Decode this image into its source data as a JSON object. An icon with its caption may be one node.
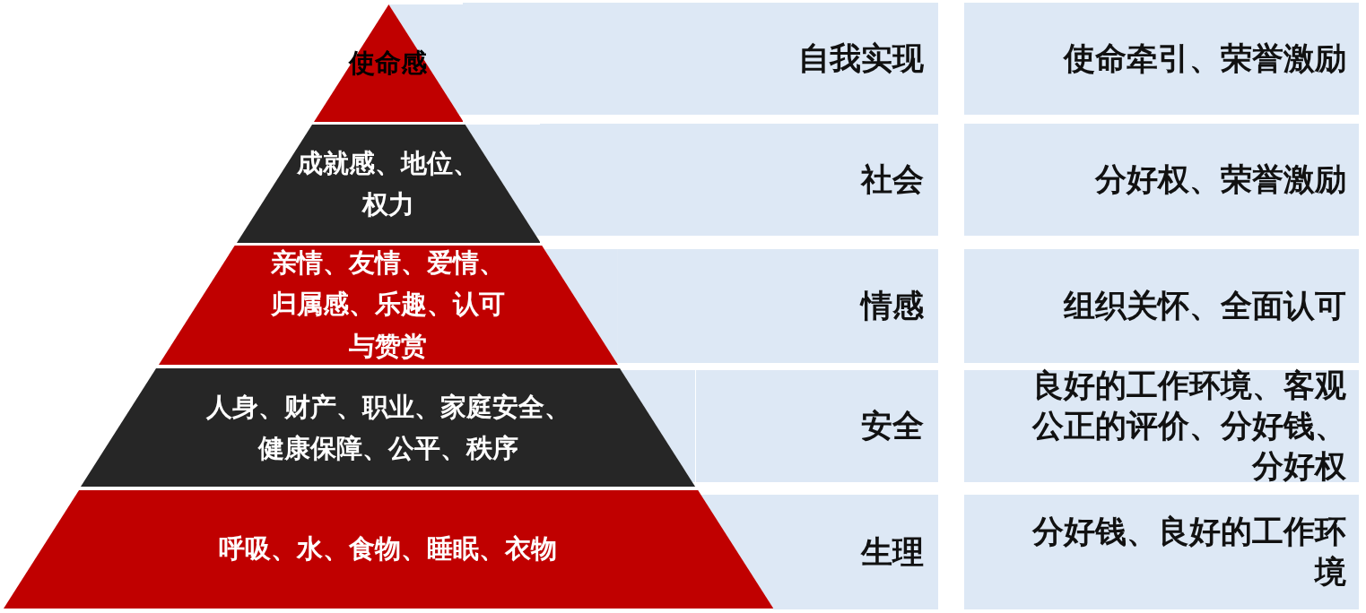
{
  "diagram": {
    "nodes": [
      {
        "text": [
          "使命感"
        ]
      },
      {
        "text": [
          "自我实现"
        ]
      },
      {
        "text": [
          "使命牵引、荣誉激励"
        ]
      },
      {
        "text": [
          "成就感、地位、权力"
        ]
      },
      {
        "text": [
          "社会"
        ]
      },
      {
        "text": [
          "分好权、荣誉激励"
        ]
      },
      {
        "text": [
          "亲情、友情、爱情、归属感、乐趣、认可与赞赏"
        ]
      },
      {
        "text": [
          "情感"
        ]
      },
      {
        "text": [
          "组织关怀、全面认可"
        ]
      },
      {
        "text": [
          "人身、财产、职业、家庭安全、健康保障、公平、秩序"
        ]
      },
      {
        "text": [
          "安全"
        ]
      },
      {
        "text": [
          "良好的工作环境、客观公正的评价、分好钱、分好权"
        ]
      },
      {
        "text": [
          "呼吸、水、食物、睡眠、衣物"
        ]
      },
      {
        "text": [
          "生理"
        ]
      },
      {
        "text": [
          "分好钱、良好的工作环境"
        ]
      }
    ]
  }
}
